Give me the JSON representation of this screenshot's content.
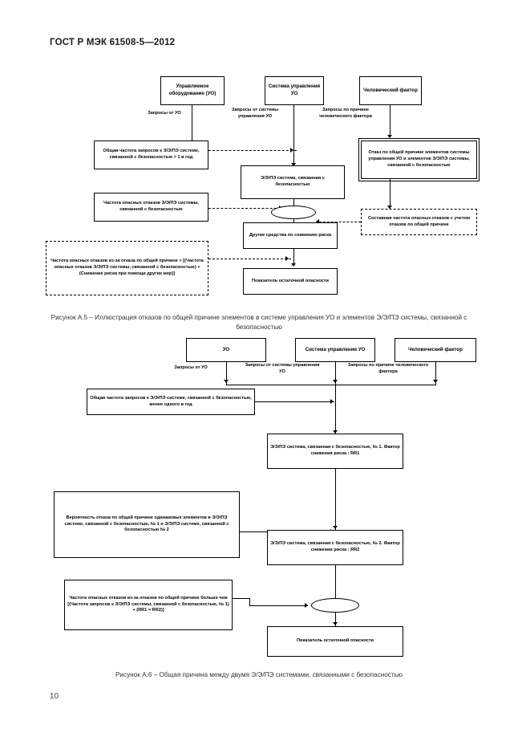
{
  "document": {
    "standard_header": "ГОСТ Р МЭК 61508-5—2012",
    "page_number": "10"
  },
  "figure_a5": {
    "caption": "Рисунок А.5 – Иллюстрация отказов по общей причине элементов в системе управления УО и элементов Э/Э/ПЭ системы, связанной с безопасностью",
    "nodes": {
      "euc": "Управляемое оборудование (УО)",
      "control_system": "Система управления УО",
      "human_factor": "Человеческий фактор",
      "demand_rate": "Общая частота запросов к Э/Э/ПЭ системе, связанной с безопасностью > 1 в год",
      "eep_system": "Э/Э/ПЭ система, связанная с безопасностью",
      "ccf_box": "Отказ по общей причине элементов системы управления УО и элементов Э/Э/ПЭ системы, связанной с безопасностью",
      "dangerous_failure_rate": "Частота опасных отказов Э/Э/ПЭ системы, связанной с безопасностью",
      "combined_rate": "Составная частота опасных отказов с учетом отказов по общей причине",
      "other_means": "Другие средства по снижению риска",
      "residual_risk": "Показатель остаточной опасности",
      "ccf_condition": "Частота опасных отказов из-за отказа по общей причине > [(Частота опасных отказов Э/Э/ПЭ системы, связанной с безопасностью) + (Снижение риска при помощи других мер)]"
    },
    "edge_labels": {
      "from_euc": "Запросы от УО",
      "from_control_system": "Запросы от системы управления УО",
      "from_human": "Запросы по причине человеческого фактора"
    }
  },
  "figure_a6": {
    "caption": "Рисунок А.6 – Общая причина между двумя Э/Э/ПЭ системами, связанными с безопасностью",
    "nodes": {
      "euc": "УО",
      "control_system": "Система управления УО",
      "human_factor": "Человеческий фактор",
      "demand_rate": "Общая частота запросов к Э/Э/ПЭ системе, связанной с безопасностью, менее одного в год",
      "eep_system_1": "Э/Э/ПЭ система, связанная с безопасностью, № 1. Фактор снижения риска : RR1",
      "ccf_probability": "Вероятность отказа по общей причине одинаковых элементов в Э/Э/ПЭ системе, связанной с безопасностью, № 1 и Э/Э/ПЭ системе, связанной с безопасностью № 2",
      "eep_system_2": "Э/Э/ПЭ система, связанная с безопасностью, № 2. Фактор снижения риска : RR2",
      "ccf_condition": "Частота опасных отказов из-за отказов по общей причине больше чем [(Частота запросов к Э/Э/ПЭ системы, связанной с безопасностью, № 1) + (RR1 × RR2)]",
      "residual_risk": "Показатель остаточной опасности"
    },
    "edge_labels": {
      "from_euc": "Запросы от УО",
      "from_control_system": "Запросы от системы управления УО",
      "from_human": "Запросы по причине человеческого фактора"
    }
  }
}
